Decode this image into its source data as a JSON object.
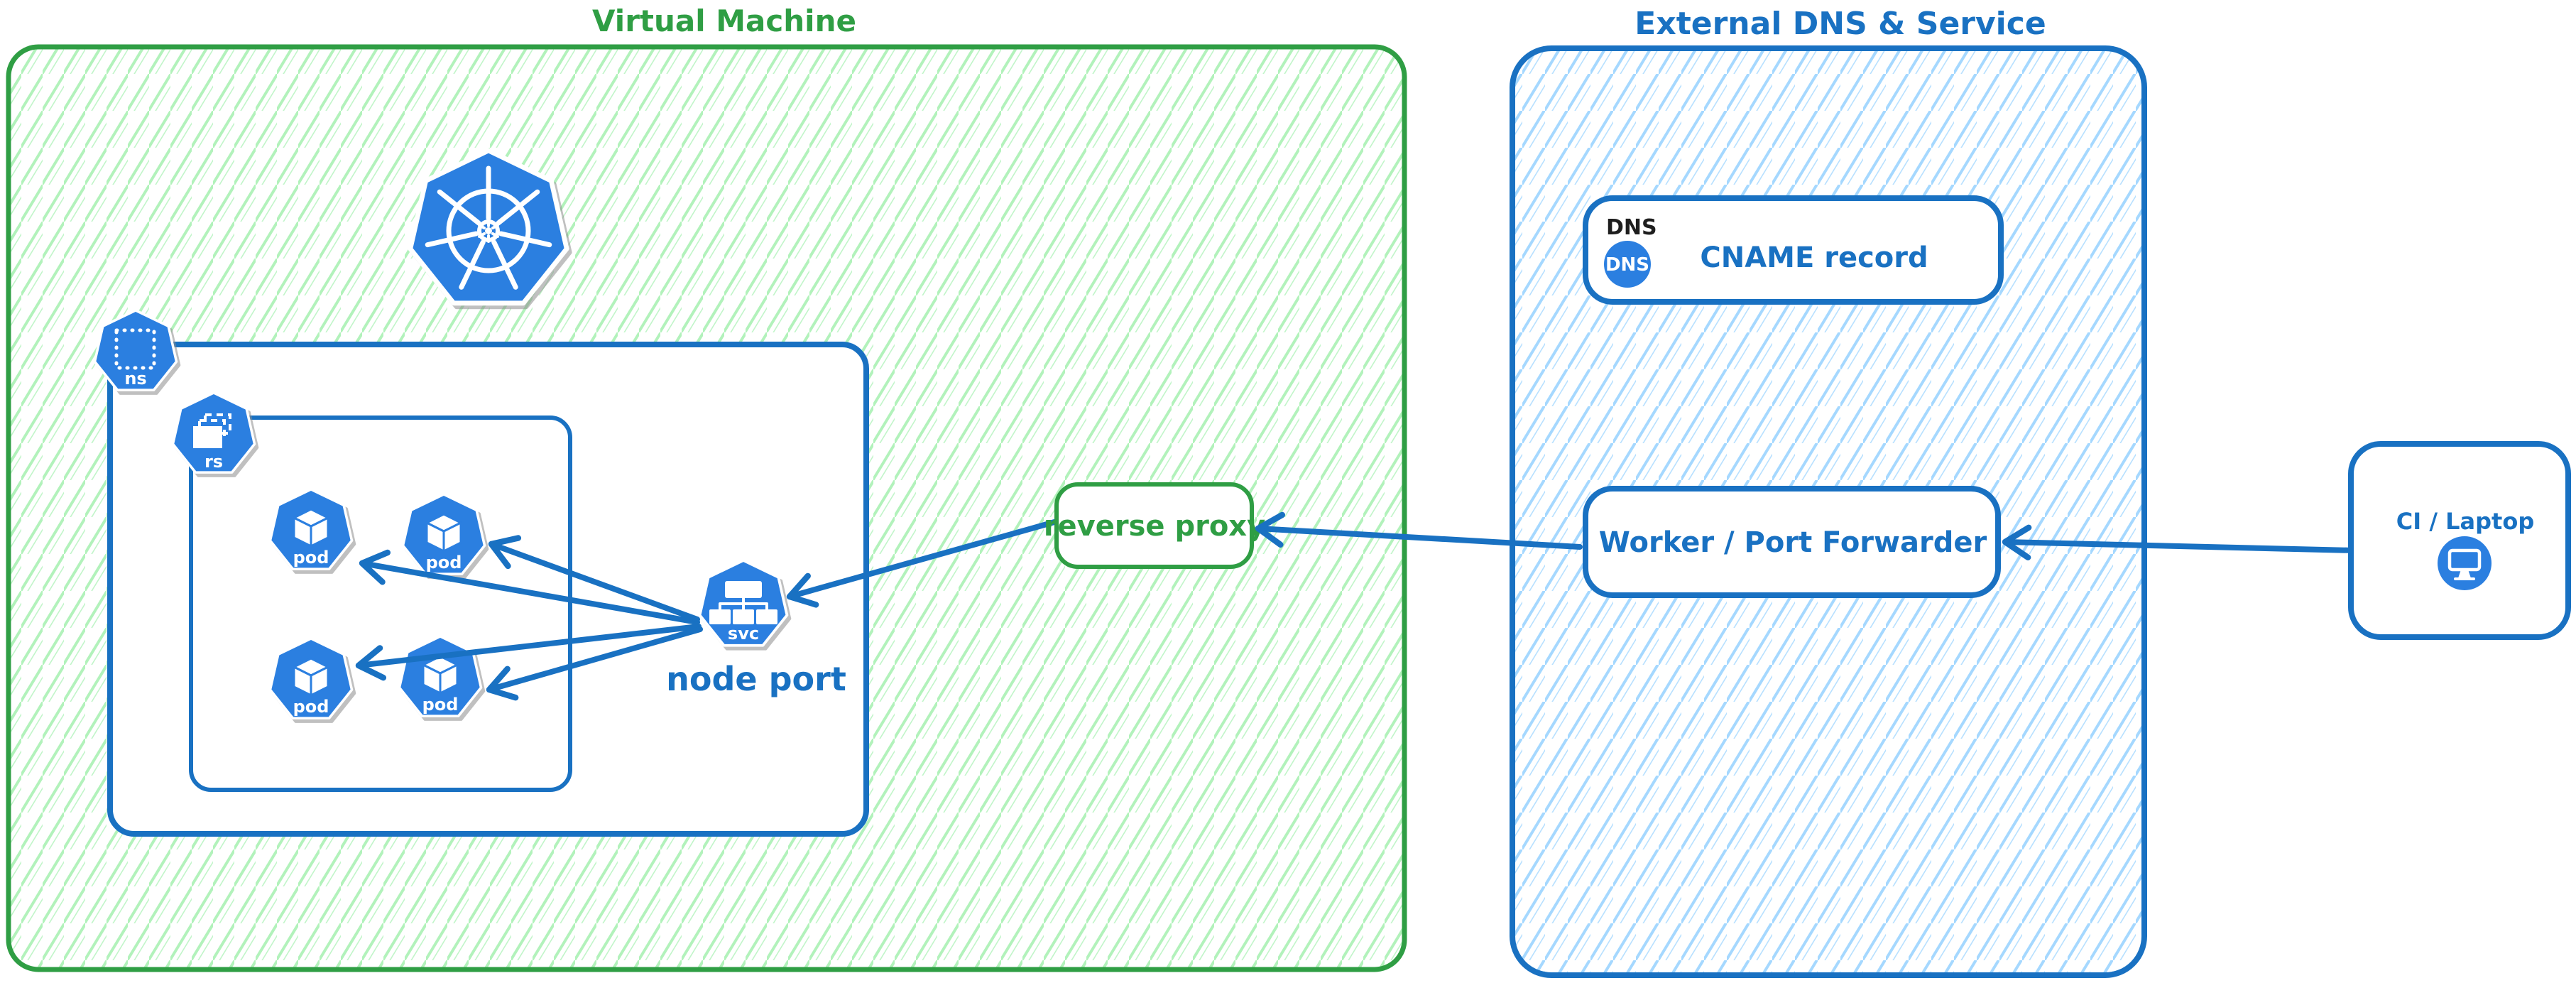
{
  "colors": {
    "green": "#2f9e44",
    "green_hatch": "#b2f2bb",
    "blue": "#1971c2",
    "blue_hatch": "#a5d8ff",
    "icon_blue": "#2b7fe0",
    "ink": "#1e1e1e",
    "white": "#ffffff"
  },
  "vm_group": {
    "title": "Virtual Machine",
    "node_port_label": "node port",
    "icon_labels": {
      "namespace": "ns",
      "replicaset": "rs",
      "pod": "pod",
      "service": "svc"
    }
  },
  "reverse_proxy": {
    "label": "reverse proxy"
  },
  "external_group": {
    "title": "External DNS & Service",
    "dns_card": {
      "tag": "DNS",
      "badge": "DNS",
      "label": "CNAME record"
    },
    "worker_card": {
      "label": "Worker / Port Forwarder"
    }
  },
  "ci_node": {
    "label": "CI / Laptop"
  }
}
